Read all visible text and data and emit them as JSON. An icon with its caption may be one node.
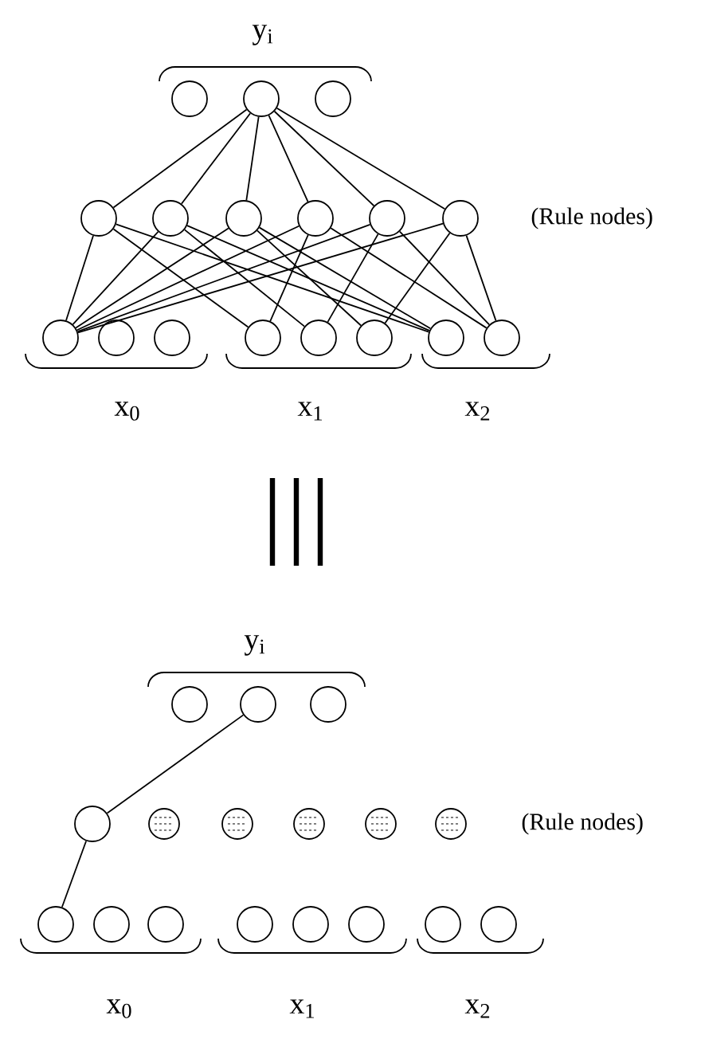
{
  "diagram": {
    "nodes": [
      {
        "text": [],
        "shape": "circle"
      },
      {
        "text": [],
        "shape": "circle"
      },
      {
        "text": [],
        "shape": "circle"
      },
      {
        "text": [],
        "shape": "circle"
      },
      {
        "text": [],
        "shape": "circle"
      },
      {
        "text": [],
        "shape": "circle"
      },
      {
        "text": [],
        "shape": "circle"
      },
      {
        "text": [],
        "shape": "circle"
      },
      {
        "text": [],
        "shape": "circle"
      },
      {
        "text": [],
        "shape": "circle"
      },
      {
        "text": [],
        "shape": "circle"
      },
      {
        "text": [],
        "shape": "circle"
      },
      {
        "text": [],
        "shape": "circle"
      },
      {
        "text": [],
        "shape": "circle"
      },
      {
        "text": [],
        "shape": "circle"
      },
      {
        "text": [],
        "shape": "circle"
      },
      {
        "text": [],
        "shape": "circle"
      },
      {
        "text": [],
        "shape": "circle"
      },
      {
        "text": [],
        "shape": "circle"
      },
      {
        "text": [],
        "shape": "circle"
      },
      {
        "text": [],
        "shape": "circle"
      },
      {
        "text": [],
        "shape": "circle"
      },
      {
        "text": [],
        "shape": "circle"
      },
      {
        "text": [],
        "shape": "circle"
      },
      {
        "text": [],
        "shape": "circle"
      },
      {
        "text": [],
        "shape": "circle"
      },
      {
        "text": [],
        "shape": "circle"
      },
      {
        "text": [],
        "shape": "circle"
      },
      {
        "text": [],
        "shape": "circle"
      },
      {
        "text": [],
        "shape": "circle"
      },
      {
        "text": [],
        "shape": "circle"
      },
      {
        "text": [],
        "shape": "circle"
      },
      {
        "text": [],
        "shape": "circle"
      },
      {
        "text": [],
        "shape": "circle"
      }
    ],
    "edges": [
      {
        "from": 1,
        "to": 3,
        "arrow": "none"
      },
      {
        "from": 1,
        "to": 4,
        "arrow": "none"
      },
      {
        "from": 1,
        "to": 5,
        "arrow": "none"
      },
      {
        "from": 1,
        "to": 6,
        "arrow": "none"
      },
      {
        "from": 1,
        "to": 7,
        "arrow": "none"
      },
      {
        "from": 1,
        "to": 8,
        "arrow": "none"
      },
      {
        "from": 3,
        "to": 9,
        "arrow": "none"
      },
      {
        "from": 3,
        "to": 12,
        "arrow": "none"
      },
      {
        "from": 3,
        "to": 15,
        "arrow": "none"
      },
      {
        "from": 4,
        "to": 9,
        "arrow": "none"
      },
      {
        "from": 4,
        "to": 13,
        "arrow": "none"
      },
      {
        "from": 4,
        "to": 15,
        "arrow": "none"
      },
      {
        "from": 5,
        "to": 9,
        "arrow": "none"
      },
      {
        "from": 5,
        "to": 14,
        "arrow": "none"
      },
      {
        "from": 5,
        "to": 15,
        "arrow": "none"
      },
      {
        "from": 6,
        "to": 9,
        "arrow": "none"
      },
      {
        "from": 6,
        "to": 12,
        "arrow": "none"
      },
      {
        "from": 6,
        "to": 16,
        "arrow": "none"
      },
      {
        "from": 7,
        "to": 9,
        "arrow": "none"
      },
      {
        "from": 7,
        "to": 13,
        "arrow": "none"
      },
      {
        "from": 7,
        "to": 16,
        "arrow": "none"
      },
      {
        "from": 8,
        "to": 9,
        "arrow": "none"
      },
      {
        "from": 8,
        "to": 14,
        "arrow": "none"
      },
      {
        "from": 8,
        "to": 16,
        "arrow": "none"
      },
      {
        "from": 18,
        "to": 20,
        "arrow": "none"
      },
      {
        "from": 20,
        "to": 26,
        "arrow": "none"
      }
    ],
    "labels": [
      "y$_{i}$",
      "(Rule nodes)",
      "x$_{0}$",
      "x$_{1}$",
      "x$_{2}$",
      "y$_{i}$",
      "(Rule nodes)",
      "x$_{0}$",
      "x$_{1}$",
      "x$_{2}$"
    ]
  }
}
